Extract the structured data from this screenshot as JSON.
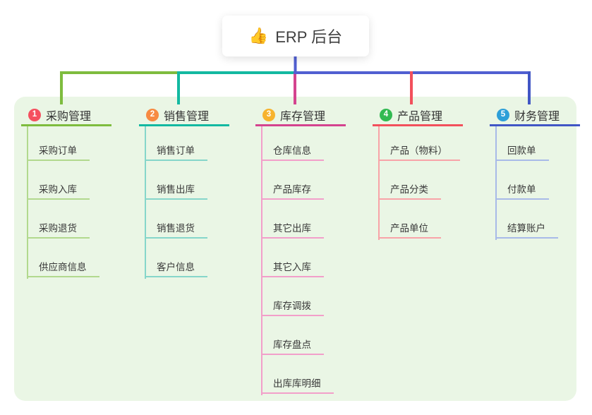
{
  "root": {
    "label": "ERP 后台",
    "icon_emoji": "👍",
    "line_color": "#515fd1"
  },
  "panel_bg": "#eaf6e5",
  "branches": [
    {
      "index": "1",
      "label": "采购管理",
      "badge_color": "#f5505f",
      "line_color": "#7ebc3e",
      "light_color": "#b2d98e",
      "children": [
        "采购订单",
        "采购入库",
        "采购退货",
        "供应商信息"
      ]
    },
    {
      "index": "2",
      "label": "销售管理",
      "badge_color": "#f78a42",
      "line_color": "#13b9a1",
      "light_color": "#86d6ca",
      "children": [
        "销售订单",
        "销售出库",
        "销售退货",
        "客户信息"
      ]
    },
    {
      "index": "3",
      "label": "库存管理",
      "badge_color": "#f7b32e",
      "line_color": "#d4438f",
      "light_color": "#f29fca",
      "children": [
        "仓库信息",
        "产品库存",
        "其它出库",
        "其它入库",
        "库存调拨",
        "库存盘点",
        "出库库明细"
      ]
    },
    {
      "index": "4",
      "label": "产品管理",
      "badge_color": "#32ba52",
      "line_color": "#f2505c",
      "light_color": "#f8a3a8",
      "children": [
        "产品（物料）",
        "产品分类",
        "产品单位"
      ]
    },
    {
      "index": "5",
      "label": "财务管理",
      "badge_color": "#2d9fd8",
      "line_color": "#4156c5",
      "light_color": "#a8bae8",
      "children": [
        "回款单",
        "付款单",
        "结算账户"
      ]
    }
  ]
}
